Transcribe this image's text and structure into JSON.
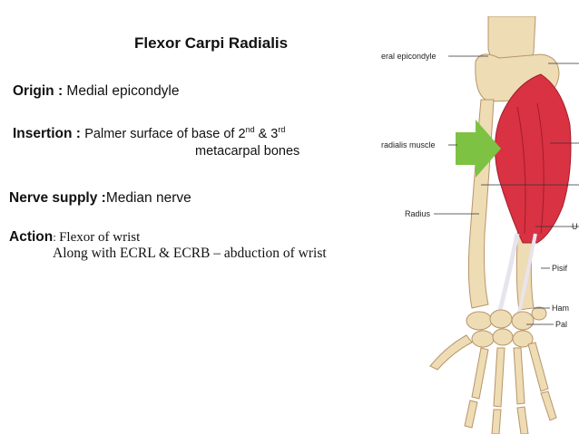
{
  "slide": {
    "title": "Flexor Carpi Radialis",
    "origin": {
      "label": "Origin : ",
      "value": "Medial epicondyle"
    },
    "insertion": {
      "label": "Insertion : ",
      "value_a": "Palmer surface of base of 2",
      "sup_a": "nd",
      "value_b": " &  3",
      "sup_b": "rd",
      "value_c": "metacarpal bones"
    },
    "nerve": {
      "label": "Nerve supply :",
      "value": "Median nerve"
    },
    "action": {
      "label": "Action",
      "sep": ": ",
      "value": "Flexor of wrist",
      "extra": "Along with ECRL & ECRB – abduction of wrist"
    }
  },
  "figure": {
    "labels": {
      "epicondyle": "eral epicondyle",
      "radialis_muscle": "radialis muscle",
      "radius": "Radius",
      "ulna": "U",
      "pisiform": "Pisif",
      "hamate": "Ham",
      "palmar": "Pal"
    },
    "colors": {
      "muscle": "#d93242",
      "bone": "#eedcb4",
      "bone_edge": "#b8946a",
      "arrow": "#7dc243",
      "tendon": "#e8e4ee"
    }
  }
}
